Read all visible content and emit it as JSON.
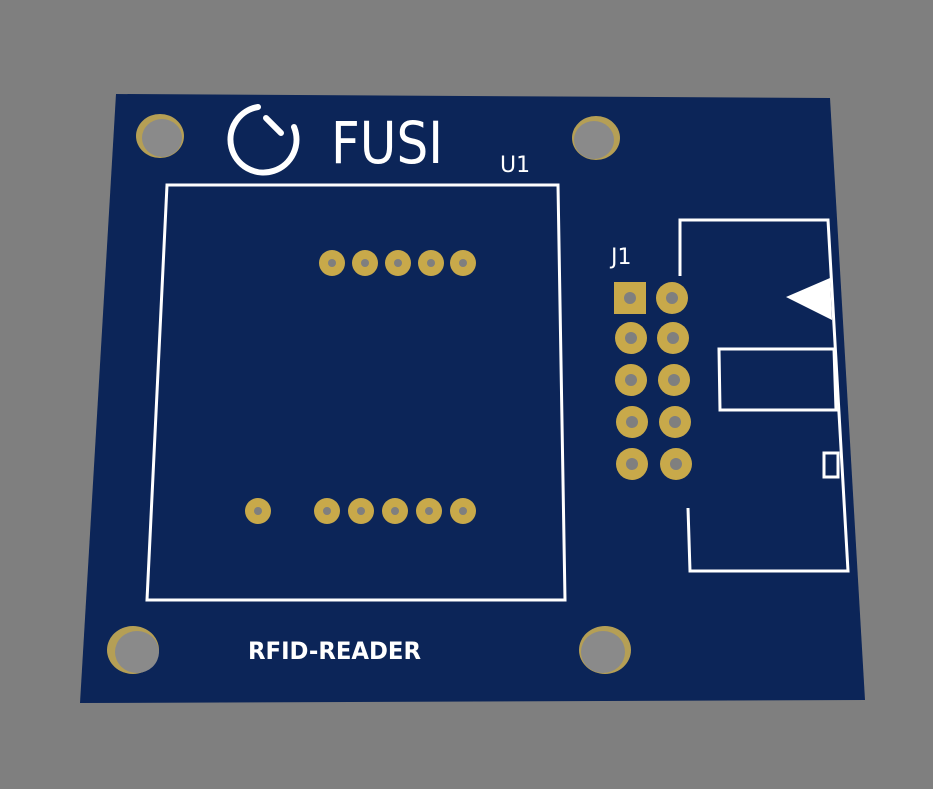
{
  "board": {
    "logo_text": "FUSI",
    "silkscreen_label": "RFID-READER",
    "module_designator": "U1",
    "connector_designator": "J1"
  },
  "colors": {
    "background": "#7f7f7f",
    "board": "#0c2558",
    "silkscreen": "#ffffff",
    "copper_pad": "#c8a94a",
    "drill": "#7f7f7f"
  },
  "icons": {
    "logo_mark": "power-ring-icon",
    "connector_key": "triangle-key-icon"
  }
}
